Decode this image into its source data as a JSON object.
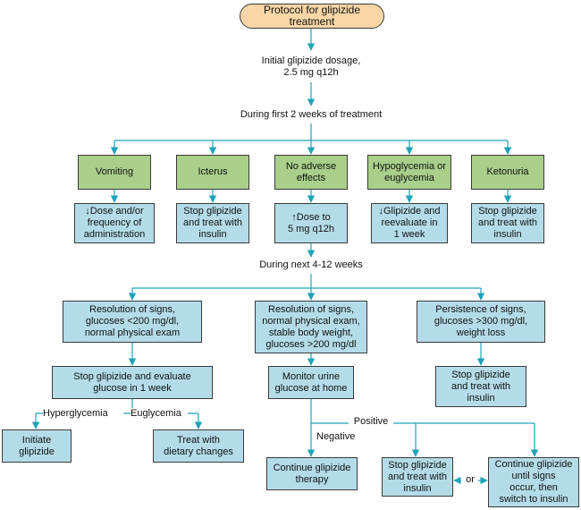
{
  "colors": {
    "connector": "#1ea3b8",
    "green_box": "#a9cf8a",
    "blue_box": "#b4dce8",
    "start_box": "#f8d6a6",
    "border": "#3a3a3a"
  },
  "flowchart": {
    "start": "Protocol for glipizide treatment",
    "initial_dosage": "Initial glipizide dosage,\n2.5 mg q12h",
    "first_two_weeks": "During first 2 weeks of treatment",
    "adverse": [
      {
        "label": "Vomiting",
        "action": "↓Dose and/or\nfrequency of\nadministration"
      },
      {
        "label": "Icterus",
        "action": "Stop glipizide\nand treat with\ninsulin"
      },
      {
        "label": "No adverse\neffects",
        "action": "↑Dose to\n5 mg q12h"
      },
      {
        "label": "Hypoglycemia or\neuglycemia",
        "action": "↓Glipizide and\nreevaluate in\n1 week"
      },
      {
        "label": "Ketonuria",
        "action": "Stop glipizide\nand treat with\ninsulin"
      }
    ],
    "next_weeks": "During next 4-12 weeks",
    "outcomes": [
      "Resolution of signs,\nglucoses <200 mg/dl,\nnormal physical exam",
      "Resolution of signs,\nnormal physical exam,\nstable body weight,\nglucoses >200 mg/dl",
      "Persistence of signs,\nglucoses >300 mg/dl,\nweight loss"
    ],
    "left_action": "Stop glipizide and evaluate\nglucose in 1 week",
    "hyperglycemia_label": "Hyperglycemia",
    "euglycemia_label": "Euglycemia",
    "initiate": "Initiate\nglipizide",
    "dietary": "Treat with\ndietary changes",
    "monitor": "Monitor urine\nglucose at home",
    "negative_label": "Negative",
    "positive_label": "Positive",
    "continue_therapy": "Continue glipizide\ntherapy",
    "right_action": "Stop glipizide\nand treat with\ninsulin",
    "bottom_stop": "Stop glipizide\nand treat with\ninsulin",
    "or_label": "or",
    "continue_until": "Continue glipizide\nuntil signs\noccur, then\nswitch to insulin"
  }
}
